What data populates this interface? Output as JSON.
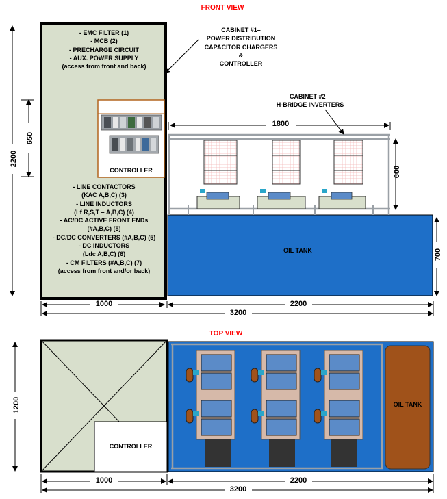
{
  "titles": {
    "front_view": "FRONT VIEW",
    "top_view": "TOP VIEW"
  },
  "cabinet1": {
    "top_list": [
      "- EMC FILTER (1)",
      "- MCB (2)",
      "- PRECHARGE CIRCUIT",
      "- AUX. POWER SUPPLY",
      "(access from front and back)"
    ],
    "controller_label": "CONTROLLER",
    "bottom_list": [
      "- LINE CONTACTORS",
      "(KAC A,B,C) (3)",
      "- LINE INDUCTORS",
      "(Lf R,S,T – A,B,C) (4)",
      "- AC/DC ACTIVE FRONT ENDs",
      "(#A,B,C) (5)",
      "- DC/DC CONVERTERS (#A,B,C)  (5)",
      "- DC INDUCTORS",
      "(Ldc A,B,C) (6)",
      "- CM FILTERS (#A,B,C) (7)",
      "(access from front and/or back)"
    ],
    "callout": [
      "CABINET #1–",
      "POWER DISTRIBUTION",
      "CAPACITOR CHARGERS",
      "&",
      "CONTROLLER"
    ]
  },
  "cabinet2": {
    "callout": [
      "CABINET #2 –",
      "H-BRIDGE INVERTERS"
    ]
  },
  "oil_tank_label": "OIL TANK",
  "top_controller_label": "CONTROLLER",
  "top_oil_tank_label": "OIL TANK",
  "dimensions": {
    "height_total": "2200",
    "controller_height": "650",
    "tank_height": "700",
    "inverter_height": "600",
    "frame_width": "1800",
    "cab1_width": "1000",
    "tank_width": "2200",
    "total_width": "3200",
    "top_depth": "1200",
    "top_cab1_width": "1000",
    "top_tank_width": "2200",
    "top_total_width": "3200"
  },
  "colors": {
    "cabinet_fill": "#d8dfcc",
    "tank_blue": "#1e6fc8",
    "oil_brown": "#a0521a",
    "red_title": "#ff0000"
  }
}
